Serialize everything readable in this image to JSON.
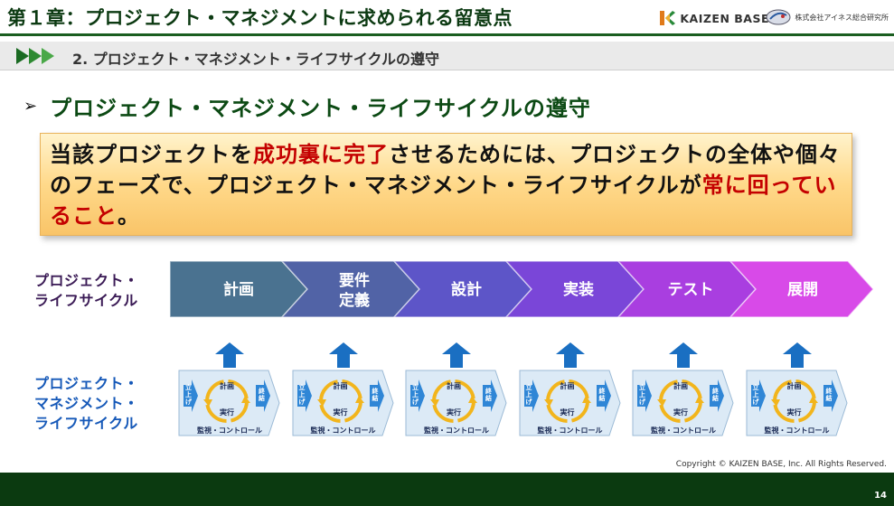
{
  "header": {
    "chapter_title": "第１章：プロジェクト・マネジメントに求められる留意点",
    "brand_name": "KAIZEN BASE",
    "partner_name": "株式会社アイネス総合研究所"
  },
  "subheader": {
    "title": "2.  プロジェクト・マネジメント・ライフサイクルの遵守"
  },
  "heading": {
    "bullet": "➢",
    "text": "プロジェクト・マネジメント・ライフサイクルの遵守"
  },
  "callout": {
    "parts": [
      "当該プロジェクトを",
      "成功裏に完了",
      "させるためには、プロジェクトの全体や個々のフェーズで、プロジェクト・マネジメント・ライフサイクルが",
      "常に回っていること",
      "。"
    ]
  },
  "project_lifecycle": {
    "label_line1": "プロジェクト・",
    "label_line2": "ライフサイクル",
    "phases": [
      {
        "line1": "計画",
        "line2": ""
      },
      {
        "line1": "要件",
        "line2": "定義"
      },
      {
        "line1": "設計",
        "line2": ""
      },
      {
        "line1": "実装",
        "line2": ""
      },
      {
        "line1": "テスト",
        "line2": ""
      },
      {
        "line1": "展開",
        "line2": ""
      }
    ],
    "colors": [
      "#4a7290",
      "#5163a6",
      "#5d55c8",
      "#7a46d8",
      "#a93ee0",
      "#d84ae8"
    ]
  },
  "pm_lifecycle": {
    "label_line1": "プロジェクト・",
    "label_line2": "マネジメント・",
    "label_line3": "ライフサイクル",
    "cycle": {
      "start": "立上げ",
      "plan": "計画",
      "execute": "実行",
      "close": "終結",
      "monitor": "監視・コントロール"
    }
  },
  "footer": {
    "copyright": "Copyright ©  KAIZEN BASE, Inc.  All Rights Reserved.",
    "page_number": "14"
  },
  "colors": {
    "header_green": "#0c3a12",
    "footer_green": "#0b3a10",
    "highlight_red": "#c40000",
    "arrow_blue": "#1a6fc2"
  }
}
